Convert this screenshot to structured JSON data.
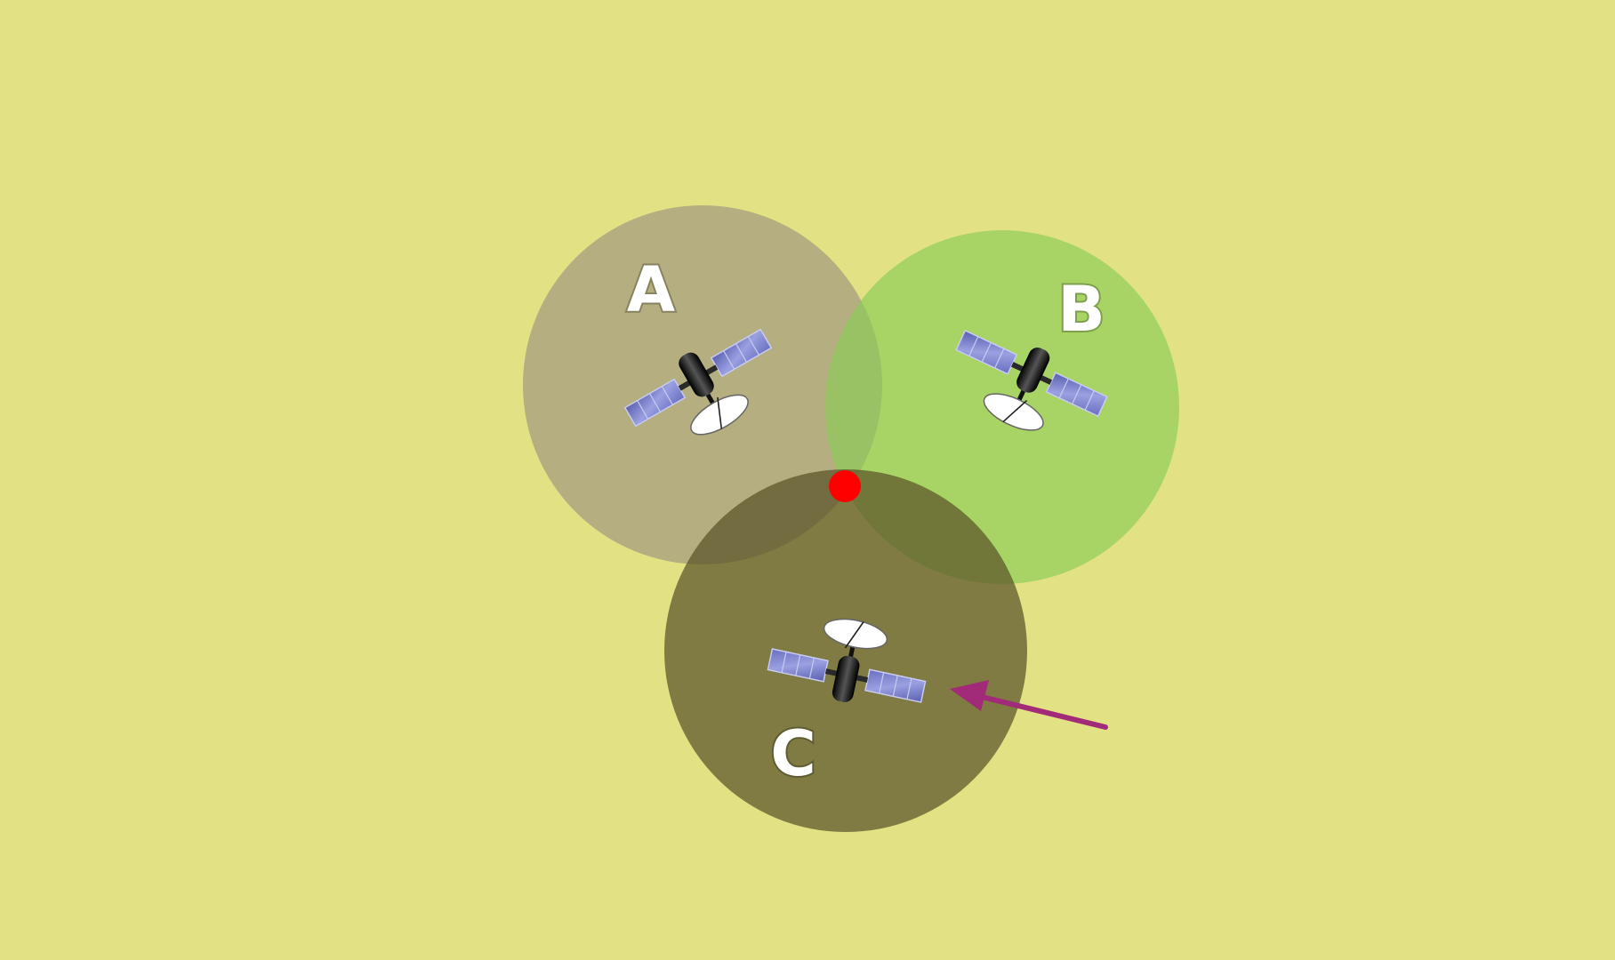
{
  "colors": {
    "background": "#e2e285",
    "circle_a": "#a29a7e",
    "circle_b": "#88cc54",
    "circle_c": "#5a5328",
    "intersection_point": "#ff0000",
    "arrow": "#a12b78",
    "solar_panel": "#7a7fc8",
    "dish": "#ffffff",
    "body": "#1e1e1e"
  },
  "satellites": [
    {
      "id": "a",
      "label": "A",
      "icon": "satellite-icon"
    },
    {
      "id": "b",
      "label": "B",
      "icon": "satellite-icon"
    },
    {
      "id": "c",
      "label": "C",
      "icon": "satellite-icon"
    }
  ],
  "intersection": {
    "icon": "position-dot"
  },
  "pointer": {
    "icon": "arrow-icon"
  }
}
